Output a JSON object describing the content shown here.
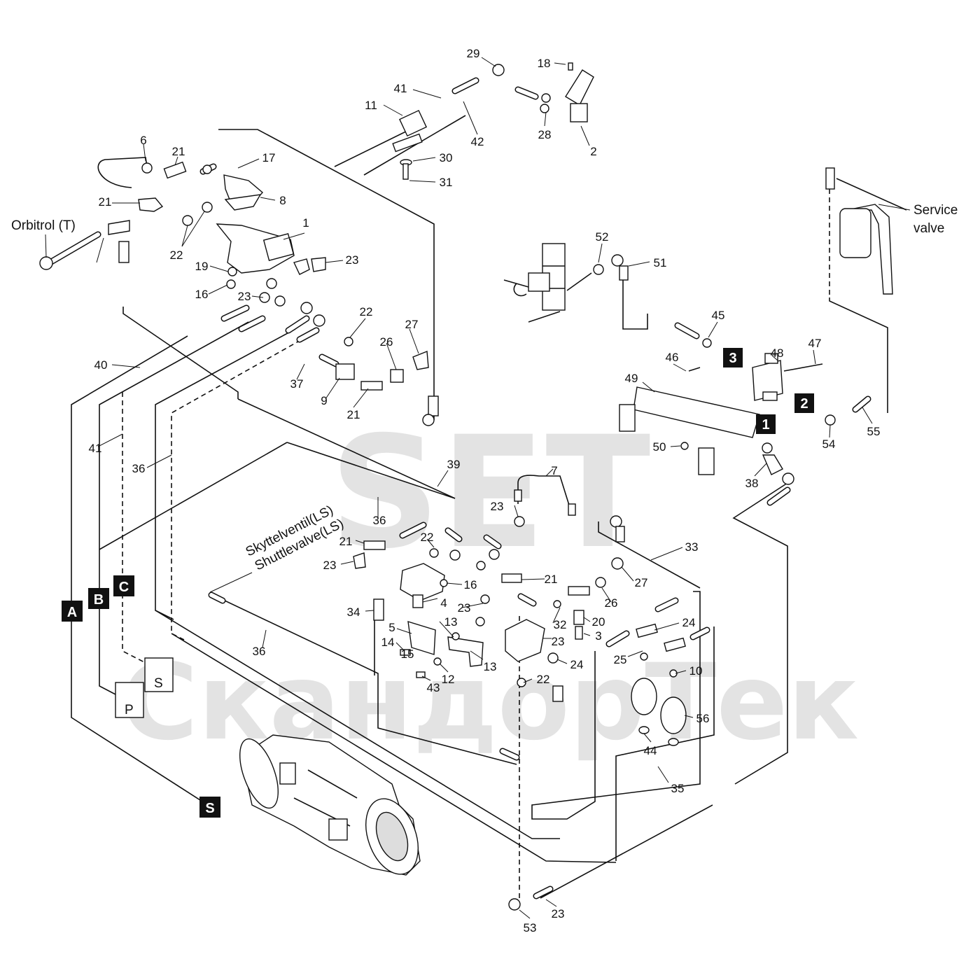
{
  "watermark": {
    "primary": "SET",
    "secondary": "СкандорТек"
  },
  "labels": {
    "orbitrol": "Orbitrol (T)",
    "service_valve_line1": "Service",
    "service_valve_line2": "valve",
    "shuttle_line1": "Skyttelventil(LS)",
    "shuttle_line2": "Shuttlevalve(LS)"
  },
  "tags": [
    {
      "id": "A",
      "text": "A"
    },
    {
      "id": "B",
      "text": "B"
    },
    {
      "id": "C",
      "text": "C"
    },
    {
      "id": "S",
      "text": "S"
    },
    {
      "id": "1",
      "text": "1"
    },
    {
      "id": "2",
      "text": "2"
    },
    {
      "id": "3",
      "text": "3"
    }
  ],
  "port_letters": {
    "p": "P",
    "s": "S"
  },
  "part_numbers": [
    "29",
    "18",
    "41",
    "11",
    "42",
    "28",
    "2",
    "6",
    "21",
    "17",
    "30",
    "31",
    "8",
    "21",
    "22",
    "1",
    "23",
    "19",
    "16",
    "23",
    "22",
    "27",
    "26",
    "37",
    "9",
    "21",
    "40",
    "41",
    "36",
    "39",
    "36",
    "7",
    "23",
    "21",
    "22",
    "23",
    "16",
    "4",
    "21",
    "27",
    "26",
    "33",
    "23",
    "34",
    "5",
    "13",
    "14",
    "13",
    "15",
    "43",
    "12",
    "22",
    "32",
    "20",
    "3",
    "23",
    "24",
    "25",
    "24",
    "10",
    "56",
    "44",
    "36",
    "35",
    "23",
    "53",
    "52",
    "51",
    "45",
    "48",
    "47",
    "46",
    "49",
    "50",
    "54",
    "55",
    "38"
  ]
}
